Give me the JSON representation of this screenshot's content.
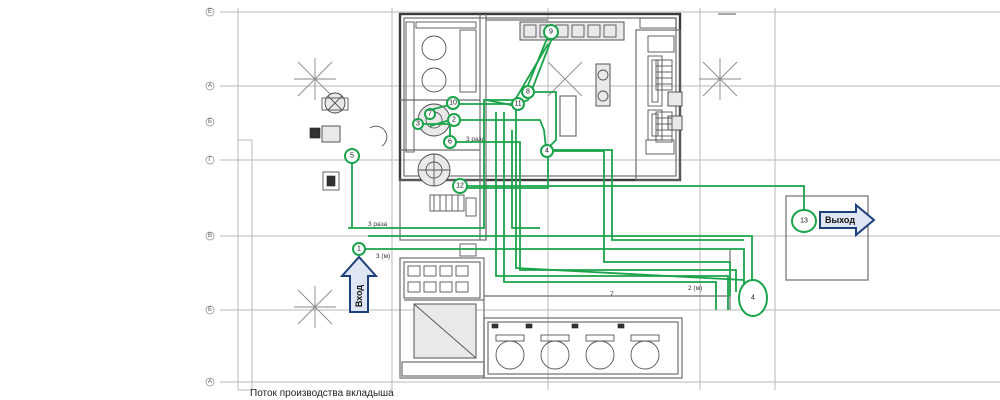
{
  "caption": "Поток производства вкладыша",
  "entrance_label": "Вход",
  "exit_label": "Выход",
  "room_number": "7",
  "annotations": {
    "times_a": "3 раза",
    "times_b": "3 раза",
    "dim_a": "3 (м)",
    "dim_b": "2 (м)"
  },
  "axis_labels": [
    "Е",
    "А",
    "Б",
    "Г",
    "В",
    "Б",
    "А"
  ],
  "nodes": [
    "1",
    "2",
    "3",
    "4",
    "4",
    "5",
    "6",
    "7",
    "8",
    "9",
    "10",
    "11",
    "12",
    "13"
  ],
  "colors": {
    "flow": "#1aa34a",
    "arrow_fill": "#dfe6f3",
    "arrow_stroke": "#1f3f7a"
  }
}
